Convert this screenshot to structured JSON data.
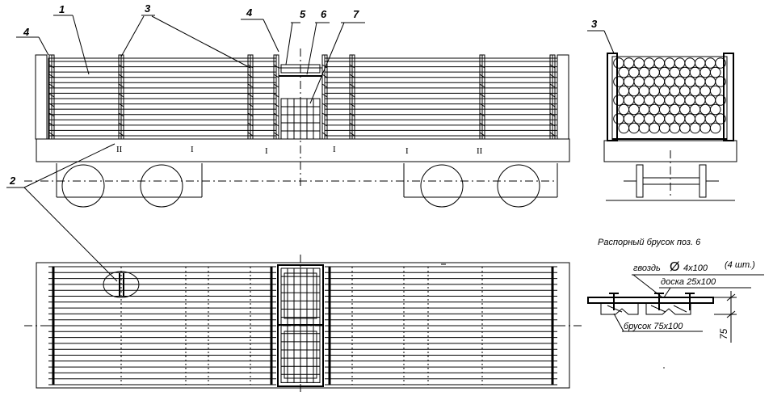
{
  "callouts": {
    "c1": "1",
    "c2": "2",
    "c3a": "3",
    "c3b": "3",
    "c4a": "4",
    "c4b": "4",
    "c5": "5",
    "c6": "6",
    "c7": "7"
  },
  "sections": [
    "II",
    "I",
    "I",
    "I",
    "I",
    "II"
  ],
  "detail": {
    "title": "Распорный брусок поз. 6",
    "nail_prefix": "гвоздь",
    "diameter_symbol": "Ø",
    "nail_size": "4x100",
    "nail_count": "(4 шт.)",
    "board": "доска 25x100",
    "bar": "брусок 75x100",
    "dimension": "75"
  },
  "colors": {
    "line": "#000000",
    "background": "#ffffff"
  }
}
